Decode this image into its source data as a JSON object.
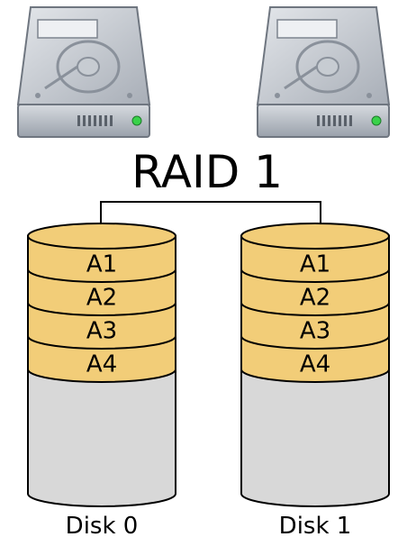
{
  "title": "RAID 1",
  "disks": [
    {
      "label": "Disk 0",
      "blocks": [
        "A1",
        "A2",
        "A3",
        "A4"
      ]
    },
    {
      "label": "Disk 1",
      "blocks": [
        "A1",
        "A2",
        "A3",
        "A4"
      ]
    }
  ],
  "colors": {
    "block_fill": "#f2cd78",
    "empty_fill": "#d8d8d8",
    "stroke": "#000000",
    "drive_body": "#b7bcc4",
    "drive_led": "#39d24a"
  },
  "icons": [
    "hard-drive-icon",
    "hard-drive-icon"
  ]
}
